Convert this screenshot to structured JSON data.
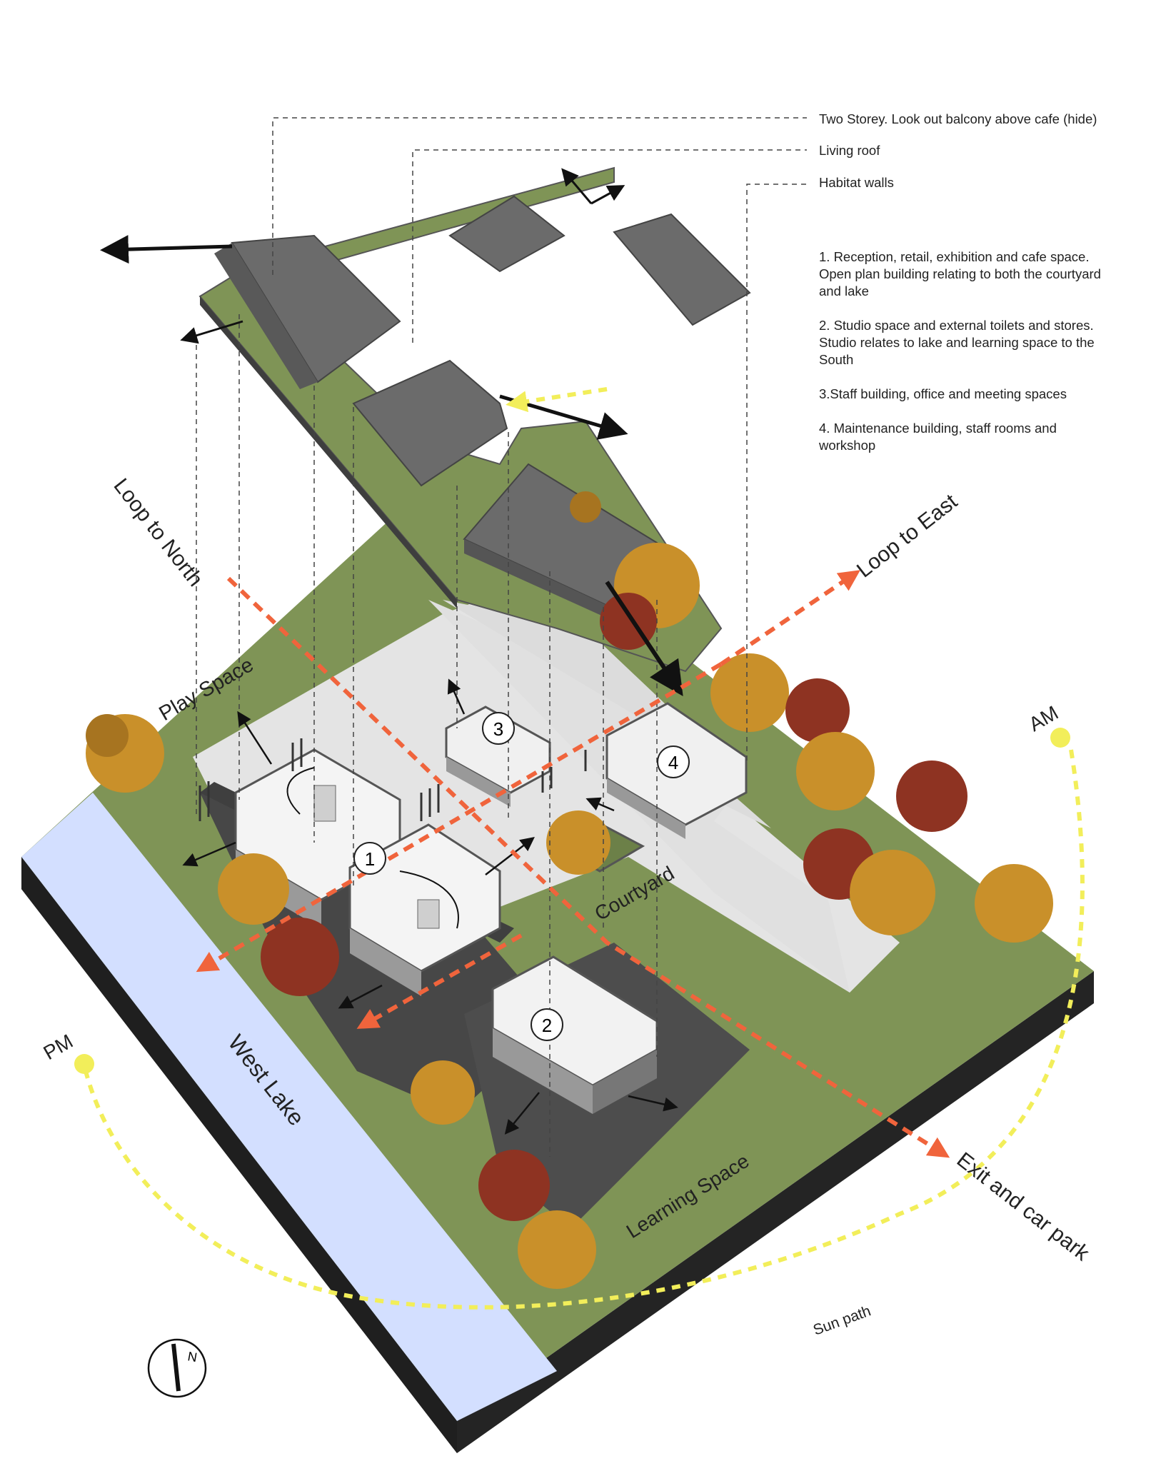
{
  "callouts": [
    {
      "text": "Two Storey. Look out balcony above cafe (hide)"
    },
    {
      "text": "Living roof"
    },
    {
      "text": "Habitat walls"
    }
  ],
  "legend": [
    "1. Reception, retail, exhibition and cafe space.\nOpen plan building relating to both the courtyard\nand lake",
    "2. Studio space and external toilets and stores.\nStudio relates to lake and learning space to the\nSouth",
    "3.Staff building, office and meeting spaces",
    "4. Maintenance building, staff rooms and\nworkshop"
  ],
  "labels": {
    "loop_north": "Loop to North",
    "loop_east": "Loop to East",
    "play_space": "Play Space",
    "courtyard": "Courtyard",
    "west_lake": "West Lake",
    "learning_space": "Learning Space",
    "exit": "Exit and car park",
    "sun_path": "Sun path",
    "am": "AM",
    "pm": "PM",
    "north": "N"
  },
  "buildings": [
    "1",
    "2",
    "3",
    "4"
  ],
  "colors": {
    "grass": "#7f9456",
    "grass_dark": "#6c8048",
    "plaza": "#e4e4e4",
    "lake": "#d3dfff",
    "roof": "#6b6b6b",
    "roof_light": "#8a8a8a",
    "deck": "#4a4a4a",
    "route": "#f0643c",
    "sun": "#f2ee5a",
    "tree_gold": "#c9902a",
    "tree_red": "#8e3322",
    "base": "#2e2e2e"
  }
}
